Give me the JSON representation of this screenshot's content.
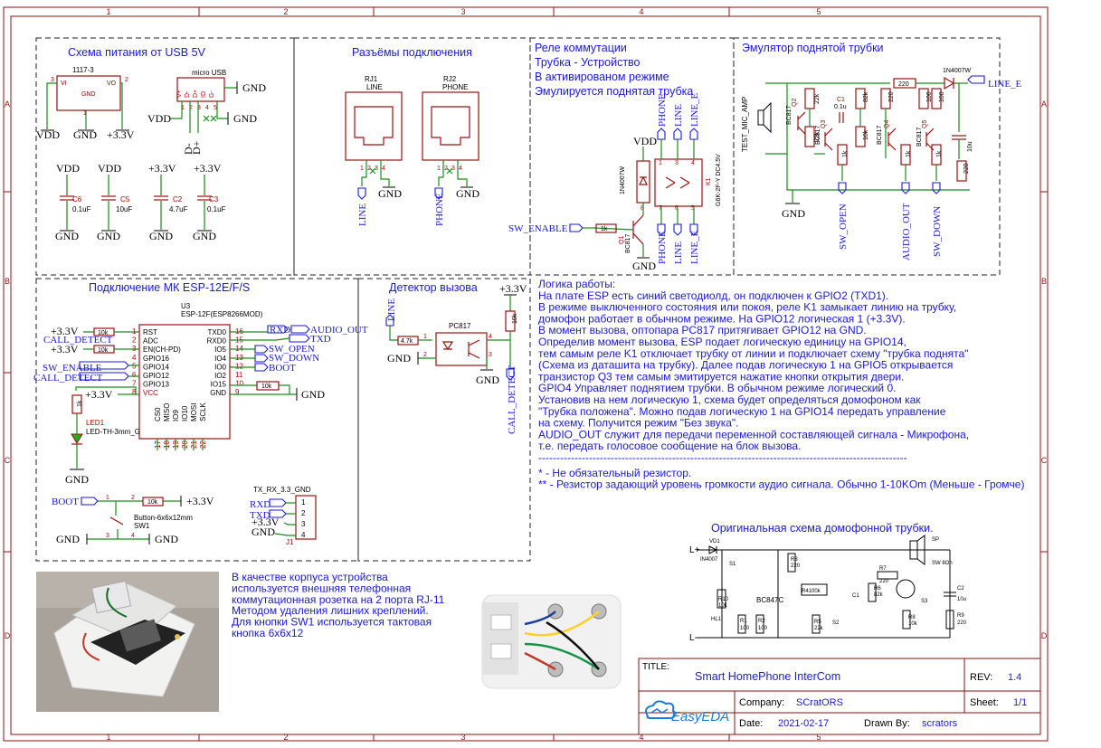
{
  "border": {
    "cols": [
      "1",
      "2",
      "3",
      "4",
      "5"
    ],
    "rows": [
      "A",
      "B",
      "C",
      "D"
    ]
  },
  "sections": {
    "power": "Схема питания от USB 5V",
    "connectors": "Разъёмы подключения",
    "relay": [
      "Реле коммутации",
      "Трубка - Устройство",
      "В активированом режиме",
      "Эмулируется поднятая трубка"
    ],
    "emulator": "Эмулятор поднятой трубки",
    "esp": "Подключение МК ESP-12E/F/S",
    "detector": "Детектор вызова",
    "original": "Оригинальная схема домофонной трубки."
  },
  "power": {
    "reg_name": "1117-3",
    "reg_pins": [
      "VI",
      "VO",
      "GND"
    ],
    "reg_pin_nums": [
      "3",
      "2",
      "1"
    ],
    "usb_name": "micro USB",
    "usb_pins": [
      "V+",
      "D-",
      "D+",
      "ID",
      "G-"
    ],
    "usb_pin_nums": [
      "1",
      "2",
      "3",
      "4",
      "5"
    ],
    "caps": [
      {
        "ref": "C6",
        "val": "0.1uF",
        "net": "VDD"
      },
      {
        "ref": "C5",
        "val": "10uF",
        "net": "VDD"
      },
      {
        "ref": "C2",
        "val": "4.7uF",
        "net": "+3.3V"
      },
      {
        "ref": "C3",
        "val": "0.1uF",
        "net": "+3.3V"
      }
    ],
    "nets": {
      "vdd": "VDD",
      "gnd": "GND",
      "v33": "+3.3V",
      "dm": "D-",
      "dp": "D+"
    }
  },
  "rj": {
    "rj1": [
      "RJ1",
      "LINE"
    ],
    "rj2": [
      "RJ2",
      "PHONE"
    ],
    "pins": [
      "1",
      "2",
      "3",
      "4"
    ],
    "net_line": "LINE",
    "net_phone": "PHONE",
    "gnd": "GND"
  },
  "relay": {
    "diode": "1N4007W",
    "q": "Q1",
    "q_type": "BC817",
    "k": "K1",
    "k_model": "G6K-2F-Y DC4.5V",
    "r": "1k",
    "sw": "SW_ENABLE",
    "vdd": "VDD",
    "gnd": "GND",
    "top_nets": [
      "PHONE",
      "LINE",
      "LINE_E"
    ],
    "bot_nets": [
      "PHONE",
      "LINE",
      "LINE_E"
    ],
    "pins_top": [
      "1",
      "3",
      "4"
    ],
    "pins_bot": [
      "7",
      "6",
      "5"
    ],
    "pin8": "8"
  },
  "emul": {
    "mic": "TEST_MIC_AMP",
    "line_e": "LINE_E",
    "diode": "1N4007W",
    "r220": "220",
    "r100": "100",
    "r22k": "22k",
    "r82k": "82k",
    "r10k": "10k",
    "r1k": "1k",
    "c1": "C1",
    "c1v": "0.1u",
    "c10u": "10u",
    "q": [
      "Q2",
      "Q3",
      "Q4",
      "Q5"
    ],
    "qt": "BC817",
    "nets": [
      "SW_OPEN",
      "AUDIO_OUT",
      "SW_DOWN"
    ],
    "gnd": "GND"
  },
  "esp": {
    "u": "U3",
    "model": "ESP-12F(ESP8266MOD)",
    "left_pins": [
      {
        "n": "1",
        "name": "RST"
      },
      {
        "n": "2",
        "name": "ADC"
      },
      {
        "n": "3",
        "name": "EN(CH-PD)"
      },
      {
        "n": "4",
        "name": "GPIO16"
      },
      {
        "n": "5",
        "name": "GPIO14"
      },
      {
        "n": "6",
        "name": "GPIO12"
      },
      {
        "n": "7",
        "name": "GPIO13"
      },
      {
        "n": "8",
        "name": "VCC"
      }
    ],
    "right_pins": [
      {
        "n": "16",
        "name": "TXD0"
      },
      {
        "n": "15",
        "name": "RXD0"
      },
      {
        "n": "14",
        "name": "IO5"
      },
      {
        "n": "13",
        "name": "IO4"
      },
      {
        "n": "12",
        "name": "IO0"
      },
      {
        "n": "11",
        "name": "IO2"
      },
      {
        "n": "10",
        "name": "IO15"
      },
      {
        "n": "9",
        "name": "GND"
      }
    ],
    "bottom_pins": [
      "CS0",
      "MISO",
      "IO9",
      "IO10",
      "MOSI",
      "SCLK"
    ],
    "bottom_nums": [
      "17",
      "18",
      "19",
      "20",
      "21",
      "22"
    ],
    "nets_left": [
      "+3.3V",
      "CALL_DETECT",
      "+3.3V",
      "SW_ENABLE",
      "CALL_DETECT",
      "+3.3V"
    ],
    "nets_right": [
      "RXD",
      "AUDIO_OUT",
      "TXD",
      "SW_OPEN",
      "SW_DOWN",
      "BOOT",
      "GND"
    ],
    "r10k": "10k",
    "r1k": "1k",
    "led": "LED1",
    "led_model": "LED-TH-3mm_G",
    "gnd": "GND",
    "boot": "BOOT",
    "btn": "Button-6x6x12mm",
    "sw1": "SW1",
    "j1": "J1",
    "j1_title": "TX_RX_3.3_GND",
    "j1_nets": [
      "RXD",
      "TXD",
      "+3.3V",
      "GND"
    ],
    "j1_nums": [
      "1",
      "2",
      "3",
      "4"
    ],
    "sw_nums": [
      "1",
      "2",
      "3",
      "4"
    ]
  },
  "detector": {
    "v33": "+3.3V",
    "line": "LINE",
    "r47": "4.7k",
    "r10k": "10k",
    "opto": "PC817",
    "pins": [
      "1",
      "2",
      "3",
      "4"
    ],
    "net": "CALL_DETECT",
    "gnd": "GND"
  },
  "logic": [
    "Логика работы:",
    "На плате ESP есть синий светодиолд, он подключен к GPIO2 (TXD1).",
    "В режиме выключенного состояния или покоя, реле K1 замыкает линию на трубку,",
    "домофон работает в обычном режиме. На GPIO12 логическая 1 (+3.3V).",
    "В момент вызова, оптопара PC817 притягивает GPIO12 на GND.",
    "Определив момент вызова, ESP подает логическую единицу на GPIO14,",
    "тем самым реле K1 отключает трубку от линии и подключает схему \"трубка поднята\"",
    "(Схема из даташита на трубку). Далее подав логическую 1 на GPIO5 открывается",
    "транзистор Q3 тем самым эмитируется нажатие кнопки открытия двери.",
    "GPIO4 Управляет поднятием трубки. В обычном режиме логический 0.",
    "Установив на нем логическую 1, схема будет определяться домофоном как",
    "\"Трубка положена\". Можно подав логическую 1 на GPIO14 передать управление",
    "на схему. Получится режим \"Без звука\".",
    "AUDIO_OUT служит для передачи переменной составляющей сигнала - Микрофона,",
    "т.е. передать голосовое сообщение на блок вызова.",
    "------------------------------------------------------------------------------------------------------",
    "* - Не обязательный резистор.",
    "** - Резистор задающий уровень громкости аудио сигнала. Обычно 1-10KOm (Меньше - Громче)"
  ],
  "case_note": [
    "В качестве корпуса устройства",
    "используется внешняя телефонная",
    "коммутационная розетка на 2 порта RJ-11",
    "Методом удаления лишних креплений.",
    "Для кнопки SW1 используется тактовая",
    "кнопка 6x6x12"
  ],
  "orig": {
    "lp": "L+",
    "lm": "L-",
    "vd1": "VD1",
    "vd1t": "IN4007",
    "s1": "S1",
    "r3": "R3",
    "r3v": "220",
    "sp": "SP",
    "spv": "SW 8Oh",
    "r7": "R7",
    "r7v": "220",
    "c1": "C1",
    "r6": "R6",
    "r6v": "82k",
    "r4": "R4100k",
    "bc": "BC847C",
    "r10": "R10",
    "r10v": "10k",
    "hl1": "HL1",
    "r1": "R1",
    "r1v": "100",
    "r2": "R2",
    "r2v": "100",
    "r5": "R5",
    "r5v": "22k",
    "s2": "S2",
    "r8": "R8",
    "r8v": "10k",
    "s3": "S3",
    "c2": "C2",
    "c2v": "10u",
    "r9": "R9",
    "r9v": "220"
  },
  "title_block": {
    "title_label": "TITLE:",
    "title": "Smart HomePhone InterCom",
    "rev_label": "REV:",
    "rev": "1.4",
    "company_label": "Company:",
    "company": "SCratORS",
    "sheet_label": "Sheet:",
    "sheet": "1/1",
    "date_label": "Date:",
    "date": "2021-02-17",
    "drawn_label": "Drawn By:",
    "drawn": "scrators",
    "logo": "EasyEDA"
  },
  "colors": {
    "wire": "#1a8c1a",
    "part": "#9b1111",
    "net": "#1a1adb",
    "text": "#000000"
  },
  "icons": {
    "logo": "easyeda-cloud-icon",
    "photo1": "device-photo",
    "photo2": "socket-photo"
  }
}
